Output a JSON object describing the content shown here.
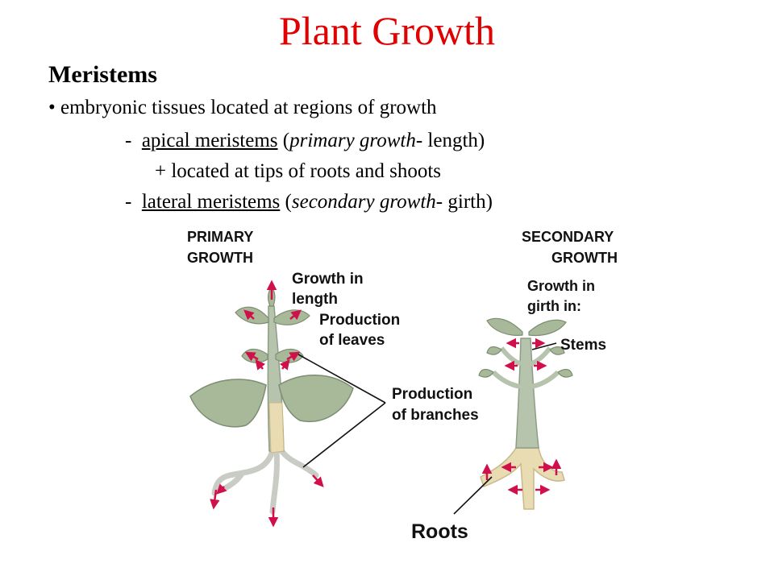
{
  "title": "Plant Growth",
  "heading": "Meristems",
  "bullets": {
    "b1": "• embryonic tissues located at regions of growth",
    "b2_dash": "-",
    "b2_term": "apical meristems",
    "b2_open": "(",
    "b2_italic": "primary growth",
    "b2_rest": "- length)",
    "b3": "+ located at tips of roots and shoots",
    "b4_dash": "-",
    "b4_term": "lateral meristems",
    "b4_open": "(",
    "b4_italic": "secondary growth",
    "b4_rest": "- girth)"
  },
  "diagram": {
    "primary": {
      "line1": "PRIMARY",
      "line2": "GROWTH"
    },
    "secondary": {
      "line1": "SECONDARY",
      "line2": "GROWTH"
    },
    "growth_length": {
      "line1": "Growth in",
      "line2": "length"
    },
    "production_leaves": {
      "line1": "Production",
      "line2": "of leaves"
    },
    "production_branches": {
      "line1": "Production",
      "line2": "of branches"
    },
    "growth_girth": {
      "line1": "Growth in",
      "line2": "girth in:"
    },
    "stems": "Stems",
    "roots": "Roots"
  },
  "colors": {
    "title": "#e00000",
    "arrows": "#d0104a",
    "leaf": "#a8b99a",
    "stem": "#b7c4ad",
    "root": "#e9dcb2"
  }
}
